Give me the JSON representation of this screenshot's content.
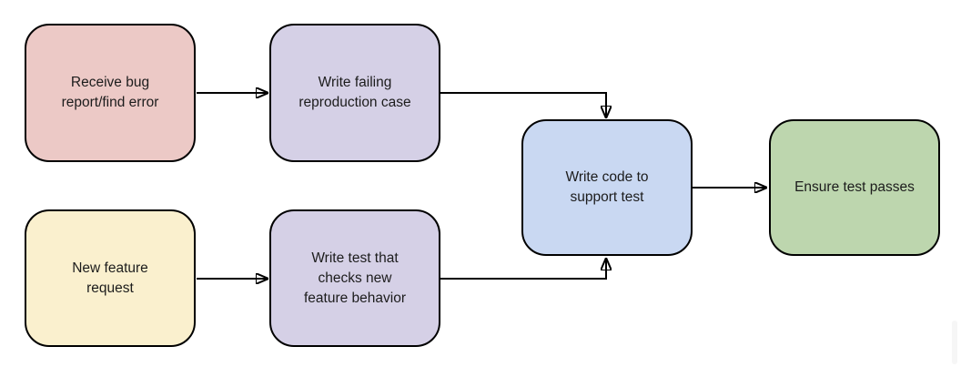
{
  "diagram_type": "flowchart",
  "nodes": [
    {
      "id": "receive-bug-report",
      "label": "Receive bug\nreport/find error",
      "bg": "#ecc9c6"
    },
    {
      "id": "write-failing-reproduction-case",
      "label": "Write failing\nreproduction case",
      "bg": "#d5d0e6"
    },
    {
      "id": "new-feature-request",
      "label": "New feature\nrequest",
      "bg": "#faf0ce"
    },
    {
      "id": "write-test-checks-new-feature",
      "label": "Write test that\nchecks new\nfeature behavior",
      "bg": "#d5d0e6"
    },
    {
      "id": "write-code-to-support-test",
      "label": "Write code to\nsupport test",
      "bg": "#c9d8f2"
    },
    {
      "id": "ensure-test-passes",
      "label": "Ensure test passes",
      "bg": "#bdd6ae"
    }
  ],
  "edges": [
    {
      "from": "receive-bug-report",
      "to": "write-failing-reproduction-case"
    },
    {
      "from": "write-failing-reproduction-case",
      "to": "write-code-to-support-test"
    },
    {
      "from": "new-feature-request",
      "to": "write-test-checks-new-feature"
    },
    {
      "from": "write-test-checks-new-feature",
      "to": "write-code-to-support-test"
    },
    {
      "from": "write-code-to-support-test",
      "to": "ensure-test-passes"
    }
  ],
  "colors": {
    "stroke": "#000000",
    "text": "#1c1c1c",
    "canvas": "#ffffff"
  }
}
